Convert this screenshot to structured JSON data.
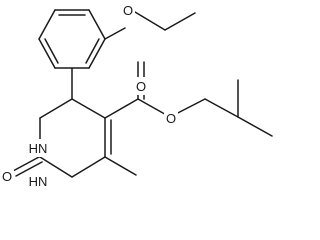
{
  "labels": {
    "ether_o": "O",
    "carbonyl_o": "O",
    "ester_o": "O",
    "urea_o": "O",
    "n1": "HN",
    "n3": "HN"
  }
}
